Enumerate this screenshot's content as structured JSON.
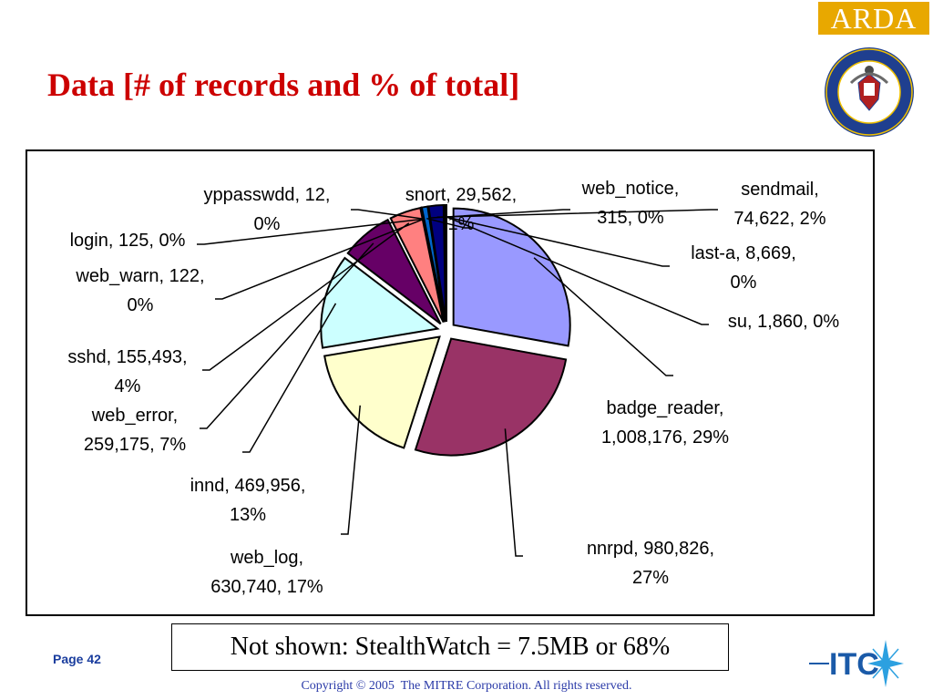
{
  "slide": {
    "title": "Data [# of records and % of total]",
    "logo_text": "ARDA",
    "footnote": "Not shown: StealthWatch = 7.5MB or 68%",
    "page_label": "Page 42",
    "copyright": "Copyright © 2005  The MITRE Corporation. All rights reserved.",
    "itc_logo_text": "ITC"
  },
  "colors": {
    "title": "#cc0000",
    "logo_background": "#e8a800",
    "footer_text": "#2a3aa8"
  },
  "chart_data": {
    "type": "pie",
    "title": "",
    "legend": "none",
    "slices": [
      {
        "name": "badge_reader",
        "value": 1008176,
        "percent": "29%",
        "label": [
          "badge_reader,",
          "1,008,176, 29%"
        ],
        "color": "#9999ff"
      },
      {
        "name": "nnrpd",
        "value": 980826,
        "percent": "27%",
        "label": [
          "nnrpd, 980,826,",
          "27%"
        ],
        "color": "#993366"
      },
      {
        "name": "web_log",
        "value": 630740,
        "percent": "17%",
        "label": [
          "web_log,",
          "630,740, 17%"
        ],
        "color": "#ffffcc"
      },
      {
        "name": "innd",
        "value": 469956,
        "percent": "13%",
        "label": [
          "innd, 469,956,",
          "13%"
        ],
        "color": "#ccffff"
      },
      {
        "name": "web_error",
        "value": 259175,
        "percent": "7%",
        "label": [
          "web_error,",
          "259,175, 7%"
        ],
        "color": "#660066"
      },
      {
        "name": "sshd",
        "value": 155493,
        "percent": "4%",
        "label": [
          "sshd, 155,493,",
          "4%"
        ],
        "color": "#ff8080"
      },
      {
        "name": "web_warn",
        "value": 122,
        "percent": "0%",
        "label": [
          "web_warn, 122,",
          "0%"
        ],
        "color": "#0066cc"
      },
      {
        "name": "login",
        "value": 125,
        "percent": "0%",
        "label": [
          "login, 125, 0%"
        ],
        "color": "#ccccff"
      },
      {
        "name": "yppasswdd",
        "value": 12,
        "percent": "0%",
        "label": [
          "yppasswdd, 12,",
          "0%"
        ],
        "color": "#000080"
      },
      {
        "name": "snort",
        "value": 29562,
        "percent": "1%",
        "label": [
          "snort, 29,562,",
          "1%"
        ],
        "color": "#0066cc"
      },
      {
        "name": "web_notice",
        "value": 315,
        "percent": "0%",
        "label": [
          "web_notice,",
          "315, 0%"
        ],
        "color": "#ff00ff"
      },
      {
        "name": "sendmail",
        "value": 74622,
        "percent": "2%",
        "label": [
          "sendmail,",
          "74,622, 2%"
        ],
        "color": "#000080"
      },
      {
        "name": "last-a",
        "value": 8669,
        "percent": "0%",
        "label": [
          "last-a, 8,669,",
          "0%"
        ],
        "color": "#ffff00"
      },
      {
        "name": "su",
        "value": 1860,
        "percent": "0%",
        "label": [
          "su, 1,860, 0%"
        ],
        "color": "#00ffff"
      }
    ]
  }
}
